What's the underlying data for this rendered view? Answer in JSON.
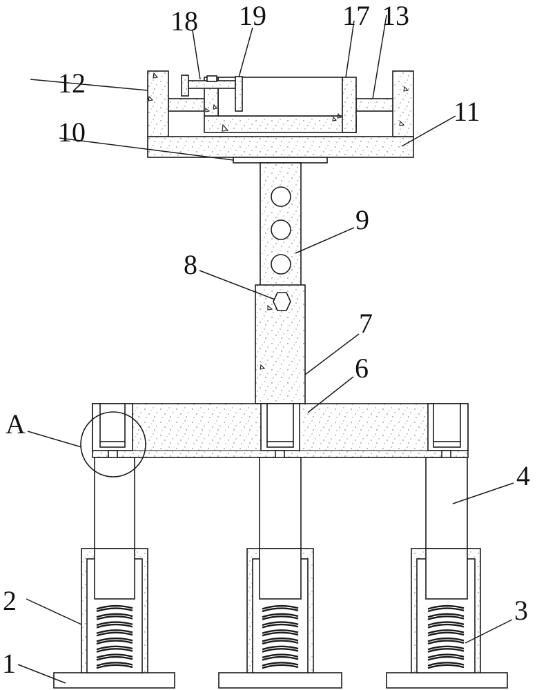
{
  "labels": {
    "l1": "1",
    "l2": "2",
    "l3": "3",
    "l4": "4",
    "l6": "6",
    "l7": "7",
    "l8": "8",
    "l9": "9",
    "l10": "10",
    "l11": "11",
    "l12": "12",
    "l13": "13",
    "l17": "17",
    "l18": "18",
    "l19": "19",
    "lA": "A"
  },
  "colors": {
    "line": "#1a1a1a",
    "background": "#ffffff",
    "speckle": "#555555"
  }
}
